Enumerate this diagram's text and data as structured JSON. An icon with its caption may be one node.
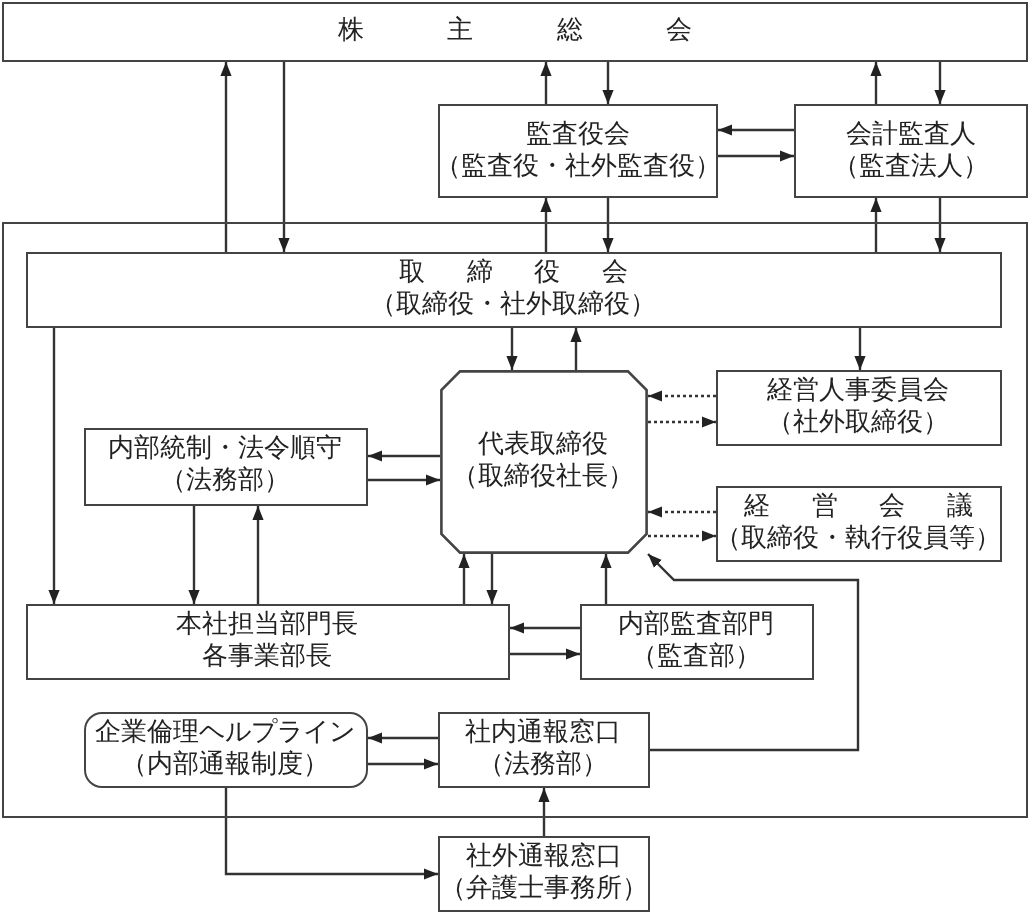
{
  "diagram": {
    "nodes": [
      {
        "text": [
          "株主総会"
        ]
      },
      {
        "text": [
          "監査役会",
          "（監査役・社外監査役）"
        ]
      },
      {
        "text": [
          "会計監査人",
          "（監査法人）"
        ]
      },
      {
        "text": [],
        "shape": "box"
      },
      {
        "text": [
          "取締役会",
          "（取締役・社外取締役）"
        ],
        "in": 3
      },
      {
        "text": [
          "代表取締役",
          "（取締役社長）"
        ],
        "in": 3
      },
      {
        "text": [
          "経営人事委員会",
          "（社外取締役）"
        ],
        "in": 3
      },
      {
        "text": [
          "内部統制・法令順守",
          "（法務部）"
        ],
        "in": 3
      },
      {
        "text": [
          "経営会議",
          "（取締役・執行役員等）"
        ],
        "in": 3
      },
      {
        "text": [
          "本社担当部門長",
          "各事業部長"
        ],
        "in": 3
      },
      {
        "text": [
          "内部監査部門",
          "（監査部）"
        ],
        "in": 3
      },
      {
        "text": [
          "企業倫理ヘルプライン",
          "（内部通報制度）"
        ],
        "in": 3
      },
      {
        "text": [
          "社内通報窓口",
          "（法務部）"
        ],
        "in": 3
      },
      {
        "text": [
          "社外通報窓口",
          "（弁護士事務所）"
        ]
      }
    ],
    "edges": [
      {
        "from": 4,
        "to": 0,
        "arrow": "to"
      },
      {
        "from": 0,
        "to": 4,
        "arrow": "to"
      },
      {
        "from": 1,
        "to": 0,
        "arrow": "to"
      },
      {
        "from": 0,
        "to": 1,
        "arrow": "to"
      },
      {
        "from": 2,
        "to": 0,
        "arrow": "to"
      },
      {
        "from": 0,
        "to": 2,
        "arrow": "to"
      },
      {
        "from": 2,
        "to": 1,
        "arrow": "to"
      },
      {
        "from": 1,
        "to": 2,
        "arrow": "to"
      },
      {
        "from": 4,
        "to": 1,
        "arrow": "to"
      },
      {
        "from": 1,
        "to": 4,
        "arrow": "to"
      },
      {
        "from": 4,
        "to": 2,
        "arrow": "to"
      },
      {
        "from": 2,
        "to": 4,
        "arrow": "to"
      },
      {
        "from": 4,
        "to": 5,
        "arrow": "to"
      },
      {
        "from": 5,
        "to": 4,
        "arrow": "to"
      },
      {
        "from": 4,
        "to": 6,
        "arrow": "to"
      },
      {
        "from": 4,
        "to": 9,
        "arrow": "to"
      },
      {
        "from": 6,
        "to": 5,
        "arrow": "to",
        "style": "dashed"
      },
      {
        "from": 5,
        "to": 6,
        "arrow": "to",
        "style": "dashed"
      },
      {
        "from": 5,
        "to": 7,
        "arrow": "to"
      },
      {
        "from": 7,
        "to": 5,
        "arrow": "to"
      },
      {
        "from": 8,
        "to": 5,
        "arrow": "to",
        "style": "dashed"
      },
      {
        "from": 5,
        "to": 8,
        "arrow": "to",
        "style": "dashed"
      },
      {
        "from": 7,
        "to": 9,
        "arrow": "to"
      },
      {
        "from": 9,
        "to": 7,
        "arrow": "to"
      },
      {
        "from": 9,
        "to": 5,
        "arrow": "to"
      },
      {
        "from": 5,
        "to": 9,
        "arrow": "to"
      },
      {
        "from": 10,
        "to": 5,
        "arrow": "to"
      },
      {
        "from": 10,
        "to": 9,
        "arrow": "to"
      },
      {
        "from": 9,
        "to": 10,
        "arrow": "to"
      },
      {
        "from": 12,
        "to": 5,
        "arrow": "to"
      },
      {
        "from": 12,
        "to": 11,
        "arrow": "to"
      },
      {
        "from": 11,
        "to": 12,
        "arrow": "to"
      },
      {
        "from": 11,
        "to": 13,
        "arrow": "to"
      },
      {
        "from": 13,
        "to": 12,
        "arrow": "to"
      }
    ]
  }
}
